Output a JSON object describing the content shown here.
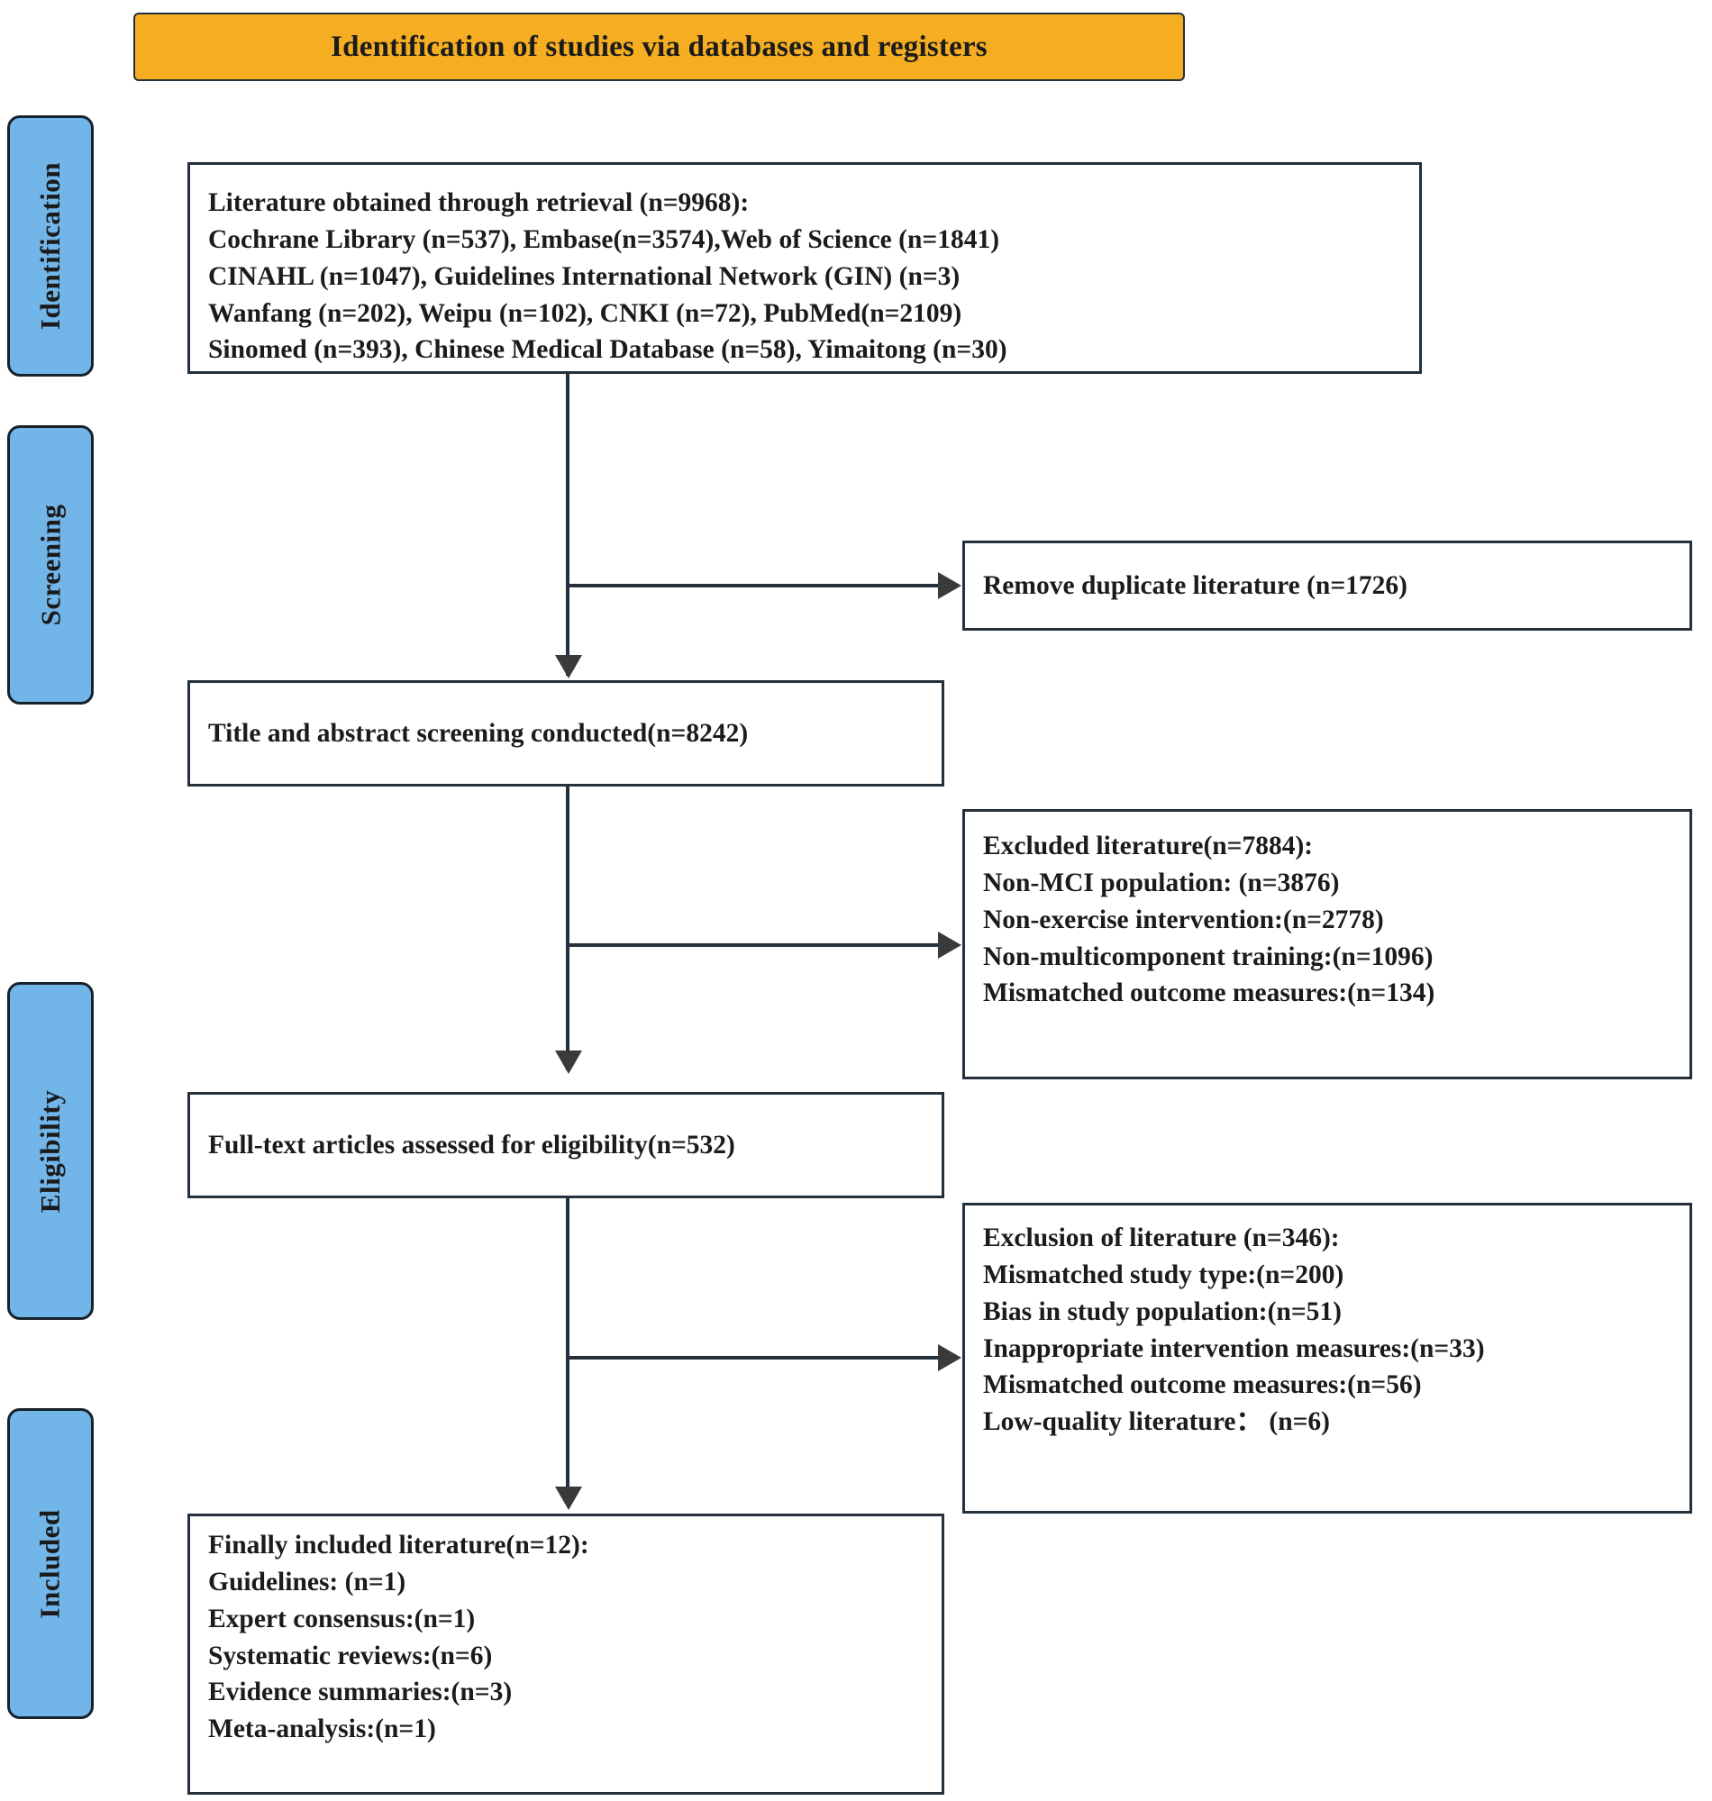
{
  "title": {
    "text": "Identification of studies via databases and registers",
    "bg_color": "#F5AE22"
  },
  "stages": [
    {
      "label": "Identification"
    },
    {
      "label": "Screening"
    },
    {
      "label": "Eligibility"
    },
    {
      "label": "Included"
    }
  ],
  "stage_color": "#72B5E8",
  "boxes": {
    "identification": {
      "name": "records-identified-box",
      "lines": [
        "Literature obtained through retrieval (n=9968):",
        "Cochrane Library (n=537), Embase(n=3574),Web of Science (n=1841)",
        "CINAHL (n=1047), Guidelines International Network (GIN) (n=3)",
        "Wanfang (n=202), Weipu (n=102), CNKI (n=72), PubMed(n=2109)",
        "Sinomed (n=393), Chinese Medical Database (n=58), Yimaitong (n=30)"
      ]
    },
    "duplicates_removed": {
      "name": "duplicates-removed-box",
      "lines": [
        "Remove duplicate literature (n=1726)"
      ]
    },
    "screening": {
      "name": "title-abstract-screening-box",
      "lines": [
        "Title and abstract screening conducted(n=8242)"
      ]
    },
    "screening_excluded": {
      "name": "screening-excluded-box",
      "lines": [
        "Excluded literature(n=7884):",
        "Non-MCI population: (n=3876)",
        "Non-exercise intervention:(n=2778)",
        "Non-multicomponent training:(n=1096)",
        "Mismatched outcome measures:(n=134)"
      ]
    },
    "eligibility": {
      "name": "fulltext-assessed-box",
      "lines": [
        "Full-text articles assessed for eligibility(n=532)"
      ]
    },
    "eligibility_excluded": {
      "name": "fulltext-excluded-box",
      "lines": [
        "Exclusion of literature (n=346):",
        "Mismatched study type:(n=200)",
        "Bias in study population:(n=51)",
        "Inappropriate intervention measures:(n=33)",
        "Mismatched outcome measures:(n=56)",
        "Low-quality literature：  (n=6)"
      ]
    },
    "included": {
      "name": "included-studies-box",
      "lines": [
        "Finally included literature(n=12):",
        "Guidelines: (n=1)",
        "Expert consensus:(n=1)",
        "Systematic reviews:(n=6)",
        "Evidence summaries:(n=3)",
        "Meta-analysis:(n=1)"
      ]
    }
  }
}
